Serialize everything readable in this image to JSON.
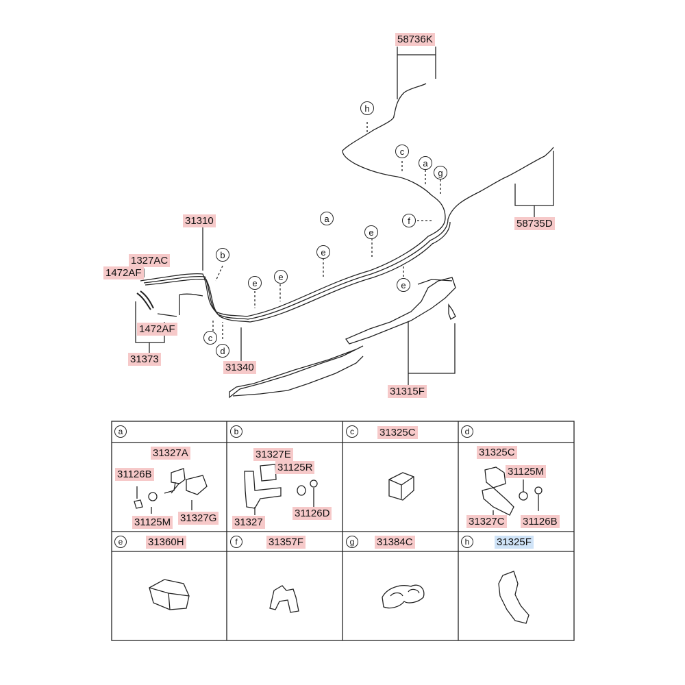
{
  "callouts": {
    "a": "a",
    "b": "b",
    "c": "c",
    "d": "d",
    "e": "e",
    "f": "f",
    "g": "g",
    "h": "h"
  },
  "parts_main": {
    "p58736K": "58736K",
    "p58735D": "58735D",
    "p31310": "31310",
    "p1327AC": "1327AC",
    "p1472AF_top": "1472AF",
    "p1472AF_bottom": "1472AF",
    "p31373": "31373",
    "p31340": "31340",
    "p31315F": "31315F"
  },
  "detail_cells": {
    "a": {
      "letter": "a",
      "parts": [
        "31327A",
        "31126B",
        "31125M",
        "31327G"
      ]
    },
    "b": {
      "letter": "b",
      "parts": [
        "31327E",
        "31125R",
        "31327",
        "31126D"
      ]
    },
    "c": {
      "letter": "c",
      "part": "31325C"
    },
    "d": {
      "letter": "d",
      "parts": [
        "31325C",
        "31125M",
        "31327C",
        "31126B"
      ]
    },
    "e": {
      "letter": "e",
      "part": "31360H"
    },
    "f": {
      "letter": "f",
      "part": "31357F"
    },
    "g": {
      "letter": "g",
      "part": "31384C"
    },
    "h": {
      "letter": "h",
      "part": "31325F"
    }
  },
  "colors": {
    "label_bg": "#f6c9c9",
    "selected_bg": "#cfe3f7",
    "line": "#222222"
  }
}
